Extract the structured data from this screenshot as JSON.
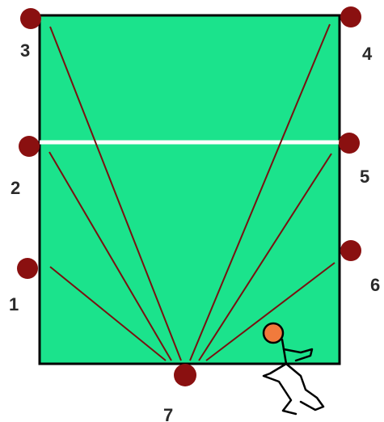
{
  "colors": {
    "court": "#1be38c",
    "court_border": "#000000",
    "net_line": "#ffffff",
    "marker": "#8a1010",
    "trajectory": "#7a1010",
    "label": "#2a2a2a",
    "player_head": "#f07a3c",
    "player_body": "#000000"
  },
  "markers": [
    {
      "id": "1",
      "label": "1"
    },
    {
      "id": "2",
      "label": "2"
    },
    {
      "id": "3",
      "label": "3"
    },
    {
      "id": "4",
      "label": "4"
    },
    {
      "id": "5",
      "label": "5"
    },
    {
      "id": "6",
      "label": "6"
    },
    {
      "id": "7",
      "label": "7"
    }
  ],
  "icons": {
    "player": "stick-figure-icon",
    "marker": "circle-marker-icon"
  }
}
